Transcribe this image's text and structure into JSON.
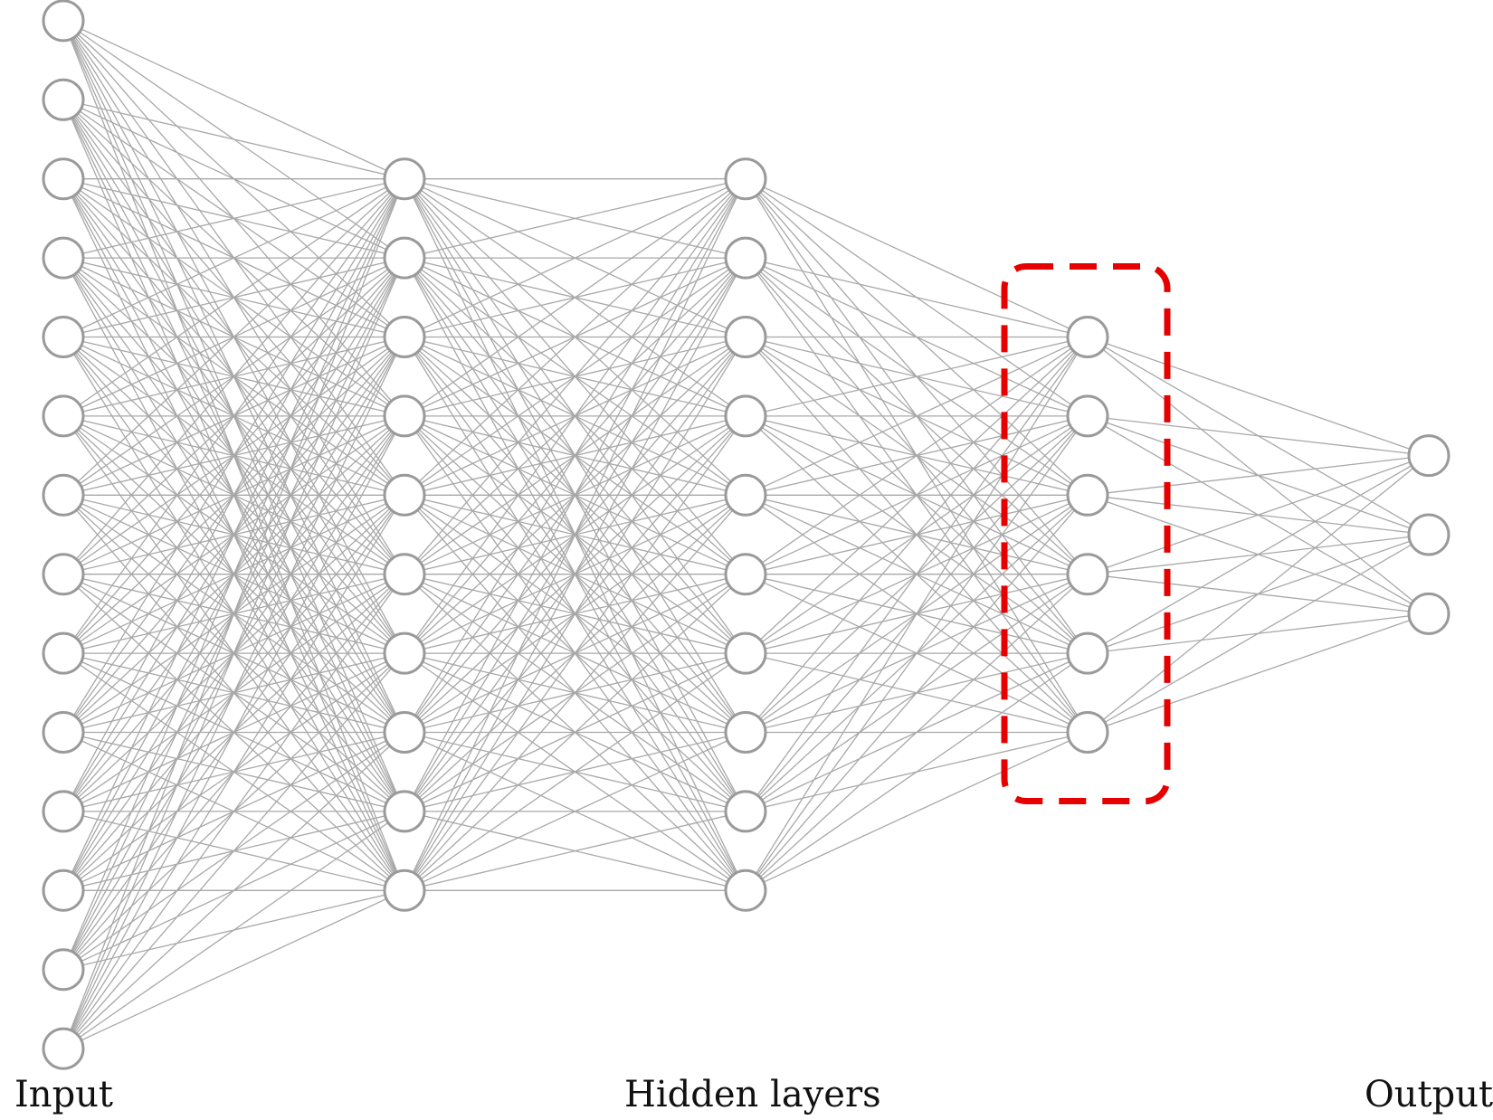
{
  "labels": {
    "input": "Input",
    "hidden": "Hidden layers",
    "output": "Output"
  },
  "network": {
    "layers": [
      {
        "role": "input",
        "nodes": 14
      },
      {
        "role": "hidden",
        "nodes": 10
      },
      {
        "role": "hidden",
        "nodes": 10
      },
      {
        "role": "hidden",
        "nodes": 6
      },
      {
        "role": "output",
        "nodes": 3
      }
    ],
    "connectivity": "fully-connected",
    "highlighted_layer_index": 3
  },
  "colors": {
    "edge": "#a8a8a8",
    "node_stroke": "#9a9a9a",
    "node_fill": "#ffffff",
    "highlight": "#e60000",
    "text": "#111111"
  }
}
